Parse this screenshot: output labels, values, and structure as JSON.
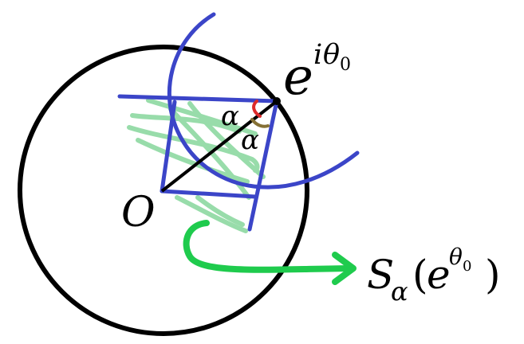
{
  "labels": {
    "point": {
      "base": "e",
      "sup_i": "i",
      "sup_theta": "θ",
      "sup_sub": "0"
    },
    "alpha_upper": "α",
    "alpha_lower": "α",
    "origin": "O",
    "region": {
      "S": "S",
      "sub_alpha": "α",
      "open": "(",
      "base": "e",
      "sup_theta": "θ",
      "sup_sub": "0",
      "close": ")"
    }
  },
  "colors": {
    "circle": "#000000",
    "radius": "#000000",
    "blue": "#3b45c8",
    "hatch": "#93dba6",
    "arrow": "#1fcb4d",
    "angle_red": "#dd2a2a",
    "angle_olive": "#857035"
  }
}
